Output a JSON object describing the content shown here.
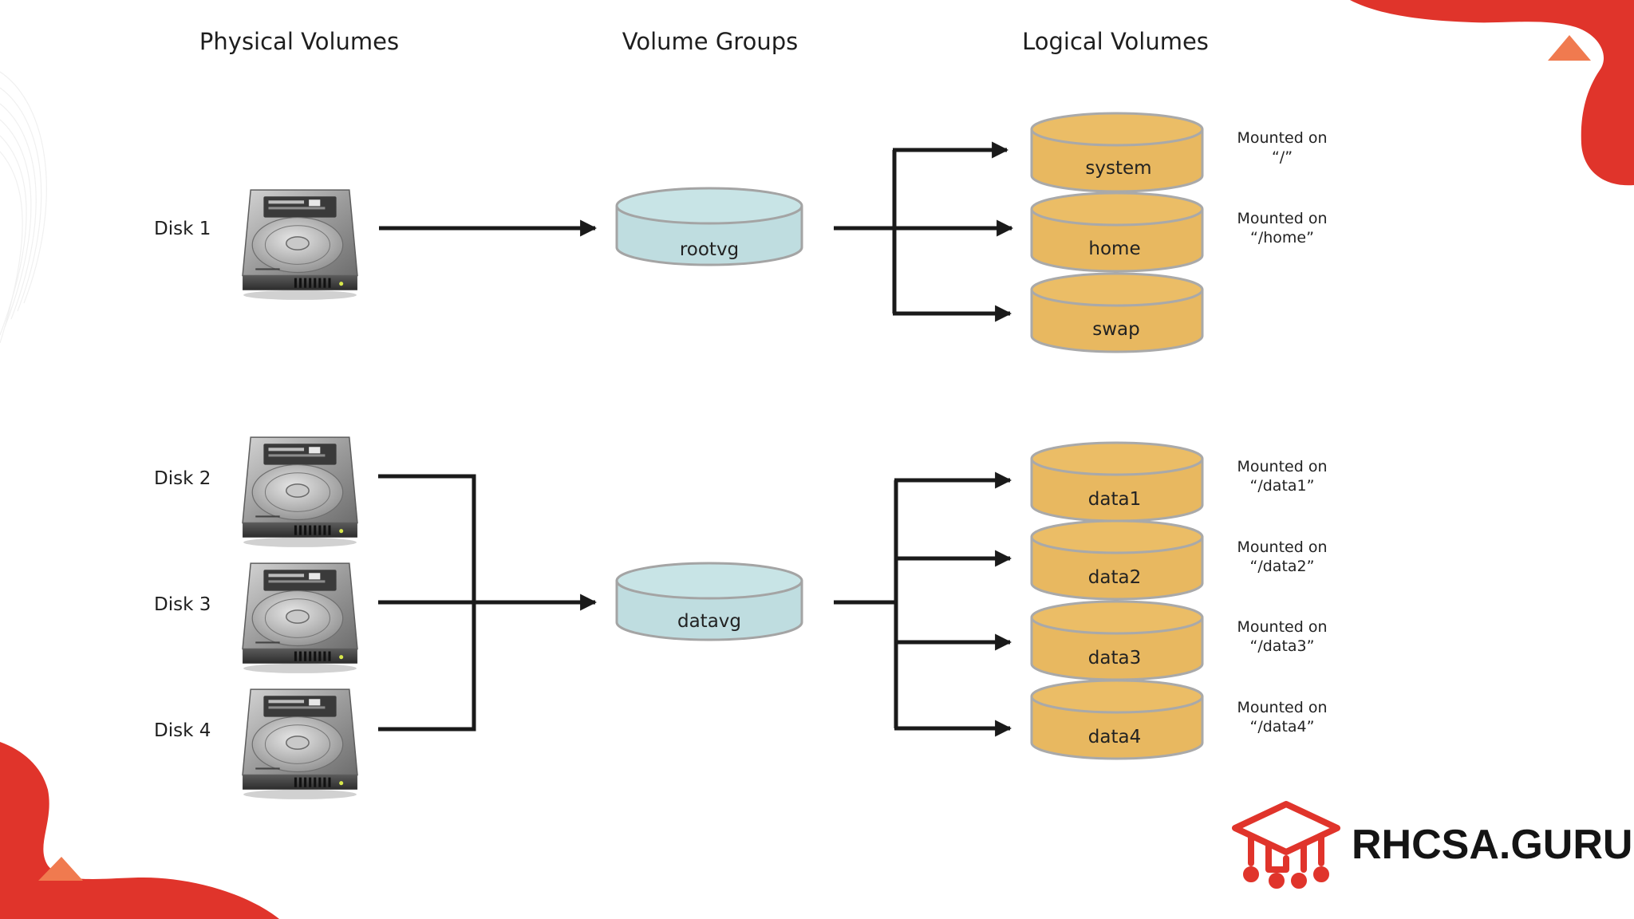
{
  "headers": {
    "physical": "Physical Volumes",
    "groups": "Volume Groups",
    "logical": "Logical Volumes"
  },
  "disks": [
    {
      "label": "Disk 1"
    },
    {
      "label": "Disk 2"
    },
    {
      "label": "Disk 3"
    },
    {
      "label": "Disk 4"
    }
  ],
  "volume_groups": [
    {
      "label": "rootvg"
    },
    {
      "label": "datavg"
    }
  ],
  "logical_volumes": [
    {
      "label": "system",
      "mount_line1": "Mounted on",
      "mount_line2": "“/”"
    },
    {
      "label": "home",
      "mount_line1": "Mounted on",
      "mount_line2": "“/home”"
    },
    {
      "label": "swap",
      "mount_line1": "",
      "mount_line2": ""
    },
    {
      "label": "data1",
      "mount_line1": "Mounted on",
      "mount_line2": "“/data1”"
    },
    {
      "label": "data2",
      "mount_line1": "Mounted on",
      "mount_line2": "“/data2”"
    },
    {
      "label": "data3",
      "mount_line1": "Mounted on",
      "mount_line2": "“/data3”"
    },
    {
      "label": "data4",
      "mount_line1": "Mounted on",
      "mount_line2": "“/data4”"
    }
  ],
  "brand": {
    "name": "RHCSA.GURU",
    "logo_icon": "graduation-cap-circuit-icon"
  },
  "colors": {
    "vg_fill": "#bfdde0",
    "lv_fill": "#e8b860",
    "accent_red": "#e0342b",
    "line": "#1a1a1a"
  }
}
